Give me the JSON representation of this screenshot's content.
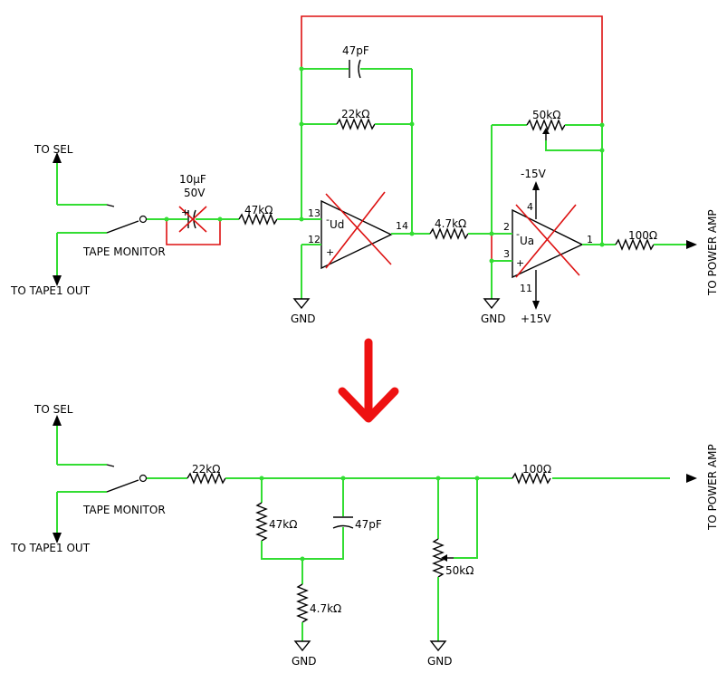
{
  "colors": {
    "wire": "#33dd33",
    "removed": "#dd1111",
    "component": "#000000",
    "arrow": "#ee1111"
  },
  "before": {
    "to_sel": "TO SEL",
    "to_tape1_out": "TO TAPE1 OUT",
    "tape_monitor": "TAPE MONITOR",
    "cap_in_value": "10µF",
    "cap_in_voltage": "50V",
    "r_in": "47kΩ",
    "c_fb": "47pF",
    "r_fb": "22kΩ",
    "opamp1_label": "Ud",
    "opamp1_pin_inv": "13",
    "opamp1_pin_noninv": "12",
    "opamp1_pin_out": "14",
    "r_mid": "4.7kΩ",
    "pot_fb": "50kΩ",
    "opamp2_label": "Ua",
    "opamp2_pin_inv": "2",
    "opamp2_pin_noninv": "3",
    "opamp2_pin_out": "1",
    "opamp2_pin_vneg": "4",
    "opamp2_pin_vpos": "11",
    "vneg": "-15V",
    "vpos": "+15V",
    "r_out": "100Ω",
    "gnd1": "GND",
    "gnd2": "GND",
    "to_power_amp": "TO POWER AMP"
  },
  "after": {
    "to_sel": "TO SEL",
    "to_tape1_out": "TO TAPE1 OUT",
    "tape_monitor": "TAPE MONITOR",
    "r_series": "22kΩ",
    "r_shunt": "47kΩ",
    "c_shunt": "47pF",
    "r_ground": "4.7kΩ",
    "pot": "50kΩ",
    "r_out": "100Ω",
    "gnd1": "GND",
    "gnd2": "GND",
    "to_power_amp": "TO POWER AMP"
  }
}
